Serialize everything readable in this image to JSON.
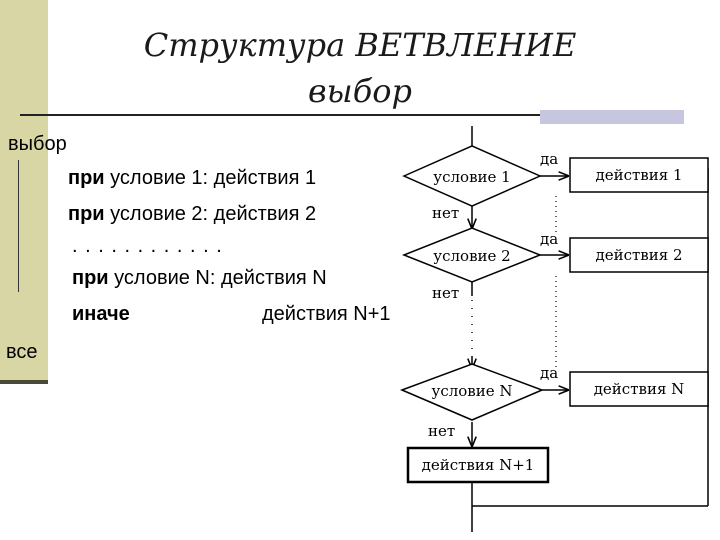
{
  "title": {
    "line1": "Структура ВЕТВЛЕНИЕ",
    "line2": "выбор"
  },
  "code": {
    "start": "выбор",
    "branches": [
      {
        "keyword": "при",
        "text": " условие 1: действия 1"
      },
      {
        "keyword": "при",
        "text": " условие 2: действия 2"
      }
    ],
    "dots": ". . . . . . . . . . . .",
    "last_branch": {
      "keyword": "при",
      "text": " условие N: действия N"
    },
    "else_keyword": "иначе",
    "else_action": "действия N+1",
    "end": "все"
  },
  "flowchart": {
    "conditions": [
      "условие 1",
      "условие 2",
      "условие N"
    ],
    "actions": [
      "действия 1",
      "действия 2",
      "действия N"
    ],
    "yes_label": "да",
    "no_label": "нет",
    "else_action": "действия N+1"
  }
}
